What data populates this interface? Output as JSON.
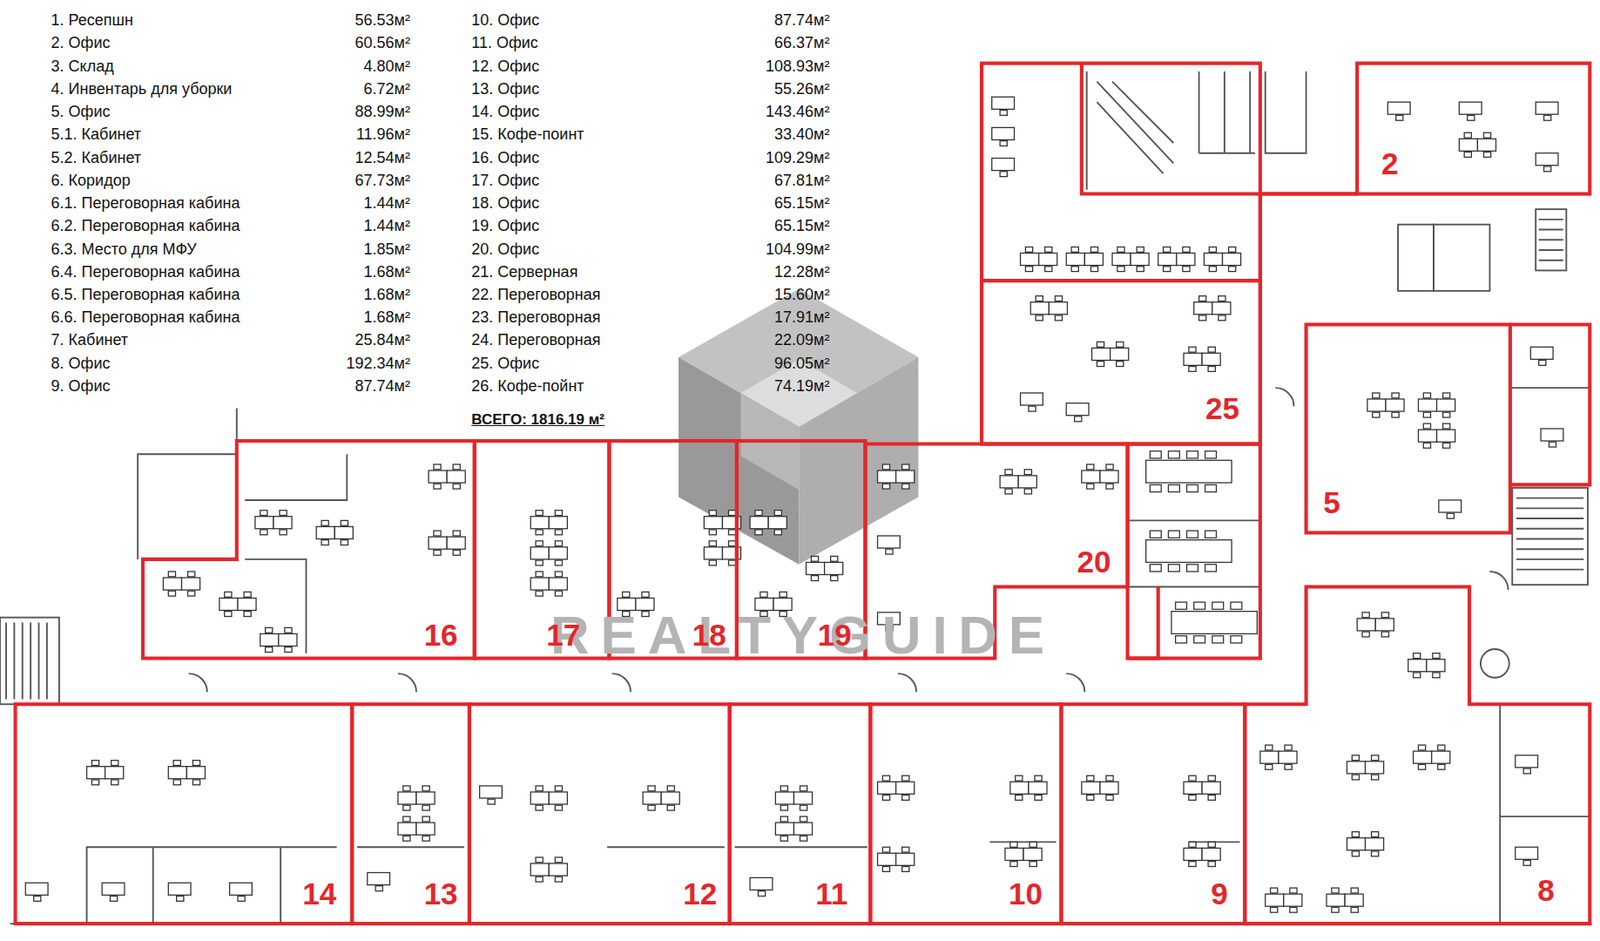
{
  "diagram": {
    "nodes": [
      {
        "text": [
          "2"
        ]
      },
      {
        "text": [
          "25"
        ]
      },
      {
        "text": [
          "5"
        ]
      },
      {
        "text": [
          "20"
        ]
      },
      {
        "text": [
          "16"
        ]
      },
      {
        "text": [
          "17"
        ]
      },
      {
        "text": [
          "18"
        ]
      },
      {
        "text": [
          "19"
        ]
      },
      {
        "text": [
          "14"
        ]
      },
      {
        "text": [
          "13"
        ]
      },
      {
        "text": [
          "12"
        ]
      },
      {
        "text": [
          "11"
        ]
      },
      {
        "text": [
          "10"
        ]
      },
      {
        "text": [
          "9"
        ]
      },
      {
        "text": [
          "8"
        ]
      }
    ],
    "labels": [
      "1. Ресепшн",
      "56.53м²",
      "2. Офис",
      "60.56м²",
      "3. Склад",
      "4.80м²",
      "4. Инвентарь для уборки",
      "6.72м²",
      "5. Офис",
      "88.99м²",
      "5.1. Кабинет",
      "11.96м²",
      "5.2. Кабинет",
      "12.54м²",
      "6. Коридор",
      "67.73м²",
      "6.1. Переговорная кабина",
      "1.44м²",
      "6.2. Переговорная кабина",
      "1.44м²",
      "6.3. Место для МФУ",
      "1.85м²",
      "6.4. Переговорная кабина",
      "1.68м²",
      "6.5. Переговорная кабина",
      "1.68м²",
      "6.6. Переговорная кабина",
      "1.68м²",
      "7. Кабинет",
      "25.84м²",
      "8. Офис",
      "192.34м²",
      "9. Офис",
      "87.74м²",
      "10. Офис",
      "87.74м²",
      "11. Офис",
      "66.37м²",
      "12. Офис",
      "108.93м²",
      "13. Офис",
      "55.26м²",
      "14. Офис",
      "143.46м²",
      "15. Кофе-поинт",
      "33.40м²",
      "16. Офис",
      "109.29м²",
      "17. Офис",
      "67.81м²",
      "18. Офис",
      "65.15м²",
      "19. Офис",
      "65.15м²",
      "20. Офис",
      "104.99м²",
      "21. Серверная",
      "12.28м²",
      "22. Переговорная",
      "15.60м²",
      "23. Переговорная",
      "17.91м²",
      "24. Переговорная",
      "22.09м²",
      "25. Офис",
      "96.05м²",
      "26. Кофе-пойнт",
      "74.19м²",
      "ВСЕГО: 1816.19 м²",
      "REALTYGUIDE"
    ]
  }
}
